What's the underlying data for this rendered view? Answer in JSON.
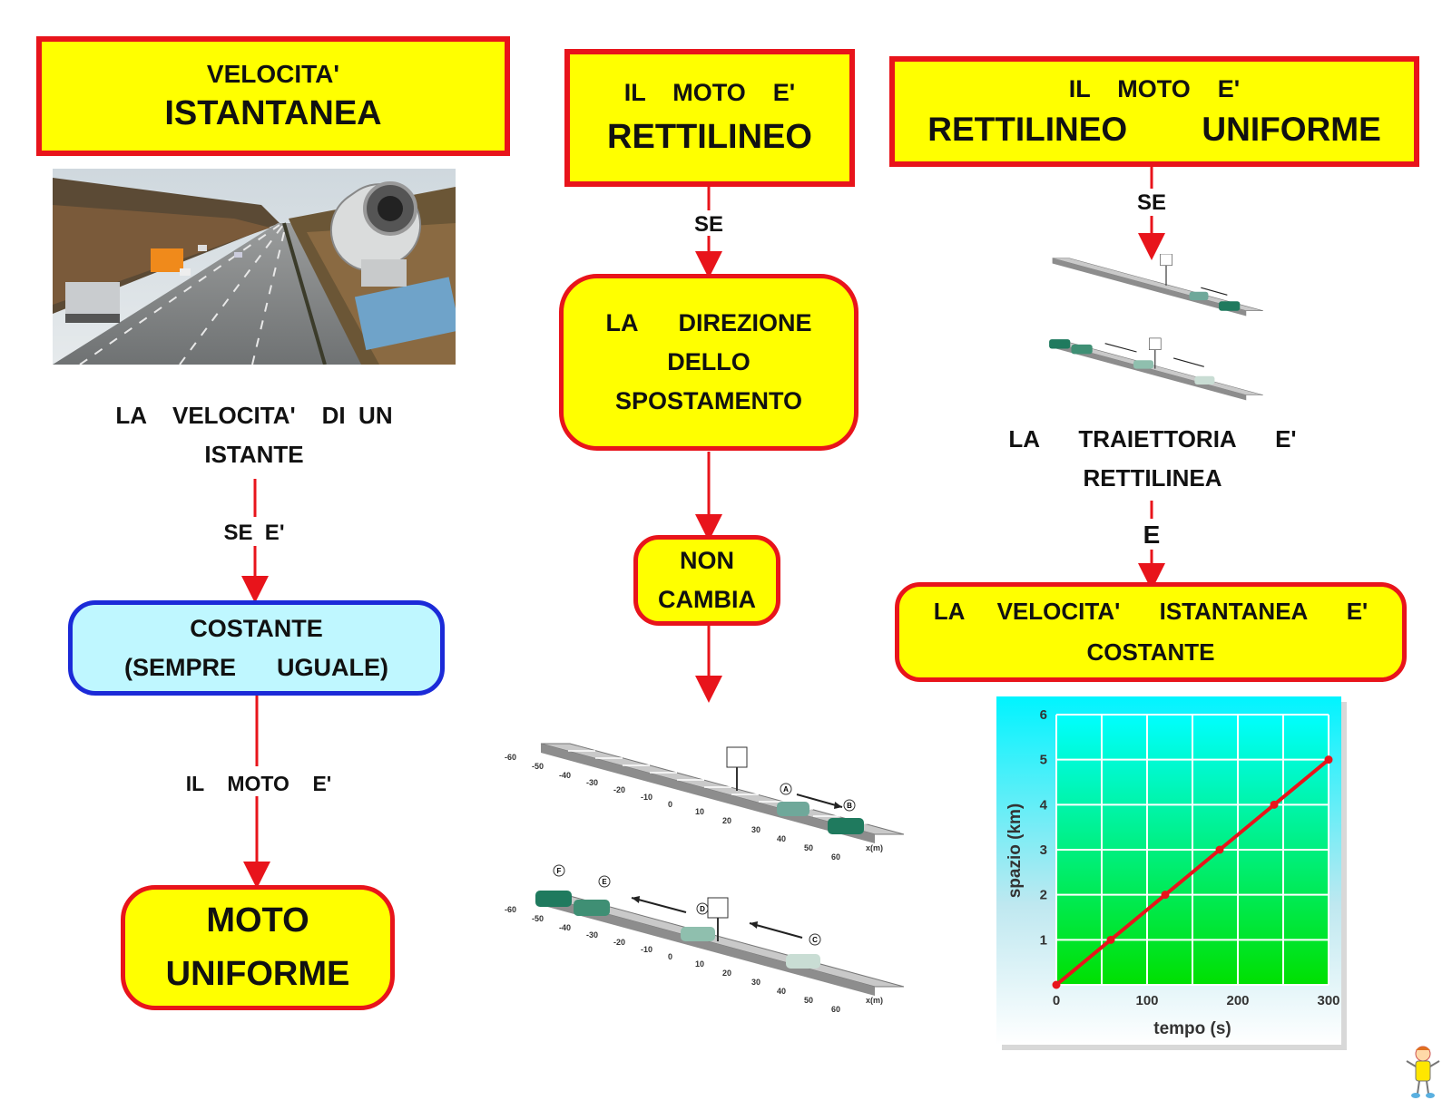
{
  "col1": {
    "title_small": "VELOCITA'",
    "title_big": "ISTANTANEA",
    "text_line1": "LA    VELOCITA'    DI  UN",
    "text_line2": "ISTANTE",
    "arrow1_label": "SE  E'",
    "costante_line1": "COSTANTE",
    "costante_line2": "(SEMPRE      UGUALE)",
    "arrow2_label": "IL    MOTO    E'",
    "moto_line1": "MOTO",
    "moto_line2": "UNIFORME"
  },
  "col2": {
    "title_small": "IL    MOTO    E'",
    "title_big": "RETTILINEO",
    "arrow1_label": "SE",
    "direzione_line1": "LA      DIREZIONE",
    "direzione_line2": "DELLO",
    "direzione_line3": "SPOSTAMENTO",
    "noncambia_line1": "NON",
    "noncambia_line2": "CAMBIA"
  },
  "col3": {
    "title_small": "IL    MOTO    E'",
    "title_big": "RETTILINEO        UNIFORME",
    "arrow1_label": "SE",
    "text_line1": "LA      TRAIETTORIA      E'",
    "text_line2": "RETTILINEA",
    "arrow2_label": "E",
    "velocita_line1": "LA     VELOCITA'      ISTANTANEA      E'",
    "velocita_line2": "COSTANTE"
  },
  "track": {
    "ticks": [
      "-60",
      "-50",
      "-40",
      "-30",
      "-20",
      "-10",
      "0",
      "10",
      "20",
      "30",
      "40",
      "50",
      "60"
    ],
    "axis_label": "x(m)",
    "markers_top": [
      "A",
      "B"
    ],
    "markers_bottom": [
      "F",
      "E",
      "D",
      "C"
    ]
  },
  "chart_data": {
    "type": "line",
    "xlabel": "tempo (s)",
    "ylabel": "spazio (km)",
    "xlim": [
      0,
      300
    ],
    "ylim": [
      0,
      6
    ],
    "xticks": [
      "0",
      "100",
      "200",
      "300"
    ],
    "yticks": [
      "1",
      "2",
      "3",
      "4",
      "5",
      "6"
    ],
    "grid": true,
    "series": [
      {
        "x": [
          0,
          60,
          120,
          180,
          240,
          300
        ],
        "y": [
          0,
          1,
          2,
          3,
          4,
          5
        ]
      }
    ],
    "colors": {
      "line": "#e8141b",
      "bg_top": "#00ffff",
      "bg_bottom": "#00e000"
    }
  },
  "colors": {
    "box_fill": "#ffff00",
    "box_border": "#e8141b",
    "arrow": "#e8141b",
    "blue_border": "#1b2ad8",
    "blue_fill": "#bff7ff"
  }
}
